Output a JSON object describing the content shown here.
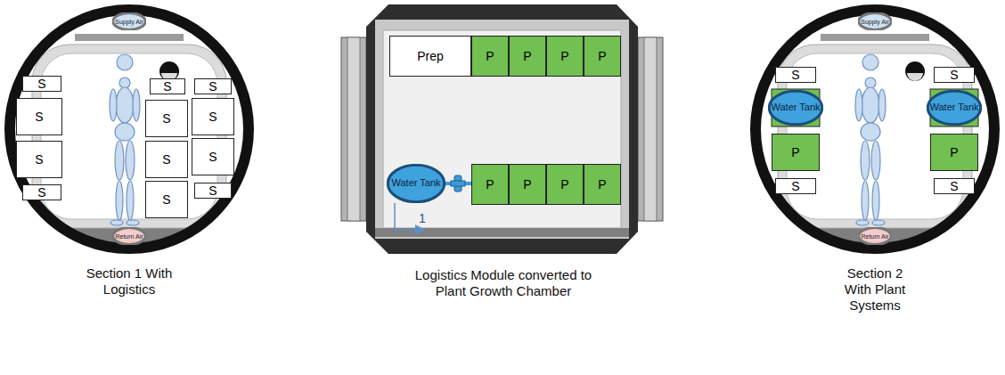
{
  "diagram": {
    "nodes": [
      {
        "text": [
          "Supply Air"
        ]
      },
      {
        "text": [
          "S"
        ]
      },
      {
        "text": [
          "S"
        ]
      },
      {
        "text": [
          "S"
        ]
      },
      {
        "text": [
          "S"
        ]
      },
      {
        "text": [
          "S"
        ]
      },
      {
        "text": [
          "S"
        ]
      },
      {
        "text": [
          "S"
        ]
      },
      {
        "text": [
          "S"
        ]
      },
      {
        "text": [
          "S"
        ]
      },
      {
        "text": [
          "S"
        ]
      },
      {
        "text": [
          "S"
        ]
      },
      {
        "text": [
          "S"
        ]
      },
      {
        "text": [
          "Return Air"
        ]
      },
      {
        "text": [
          "Prep"
        ]
      },
      {
        "text": [
          "P"
        ]
      },
      {
        "text": [
          "P"
        ]
      },
      {
        "text": [
          "P"
        ]
      },
      {
        "text": [
          "P"
        ]
      },
      {
        "text": [
          "Water Tank"
        ]
      },
      {
        "text": [
          "P"
        ]
      },
      {
        "text": [
          "P"
        ]
      },
      {
        "text": [
          "P"
        ]
      },
      {
        "text": [
          "P"
        ]
      },
      {
        "text": [
          "Supply Air"
        ]
      },
      {
        "text": [
          "S"
        ]
      },
      {
        "text": [
          "S"
        ]
      },
      {
        "text": [
          "Water Tank"
        ]
      },
      {
        "text": [
          "Water Tank"
        ]
      },
      {
        "text": [
          "P"
        ]
      },
      {
        "text": [
          "P"
        ]
      },
      {
        "text": [
          "S"
        ]
      },
      {
        "text": [
          "S"
        ]
      },
      {
        "text": [
          "Return Air"
        ]
      }
    ],
    "edges": [
      {
        "from": 19,
        "to": 20,
        "arrow": "none"
      }
    ],
    "labels": [
      "1",
      "Section 1 With Logistics",
      "Logistics Module converted to Plant Growth Chamber",
      "Section 2 With Plant Systems"
    ]
  }
}
